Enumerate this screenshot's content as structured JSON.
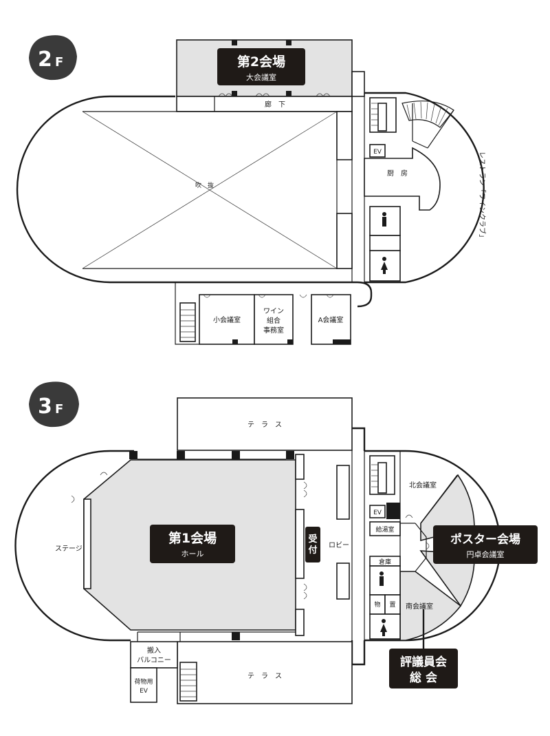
{
  "floor2": {
    "badge_num": "2",
    "badge_unit": "F",
    "hall_title": "第2会場",
    "hall_sub": "大会議室",
    "corridor": "廊　下",
    "atrium": "吹　抜",
    "kitchen": "厨　房",
    "restaurant": "レストラン「ワインクラブ」",
    "ev": "EV",
    "small_room": "小会議室",
    "wine_office_1": "ワイン",
    "wine_office_2": "組合",
    "wine_office_3": "事務室",
    "room_a": "A会議室"
  },
  "floor3": {
    "badge_num": "3",
    "badge_unit": "F",
    "terrace_top": "テ　ラ　ス",
    "terrace_bottom": "テ　ラ　ス",
    "stage": "ステージ",
    "hall_title": "第1会場",
    "hall_sub": "ホール",
    "reception": "受付",
    "lobby": "ロビー",
    "ev": "EV",
    "kyutou": "給湯室",
    "souko": "倉庫",
    "mono": "物",
    "oki": "置",
    "north_room": "北会議室",
    "south_room": "南会議室",
    "poster_title": "ポスター会場",
    "poster_sub": "円卓会議室",
    "council_1": "評議員会",
    "council_2": "総 会",
    "balcony_1": "搬入",
    "balcony_2": "バルコニー",
    "cargo_ev_1": "荷物用",
    "cargo_ev_2": "EV"
  },
  "colors": {
    "tag_background": "#1f1a17",
    "highlight_fill": "#e3e3e3",
    "badge": "#3a3a3a"
  },
  "icons": [
    "male-restroom-icon",
    "female-restroom-icon",
    "stairs-icon",
    "door-swing-icon"
  ]
}
